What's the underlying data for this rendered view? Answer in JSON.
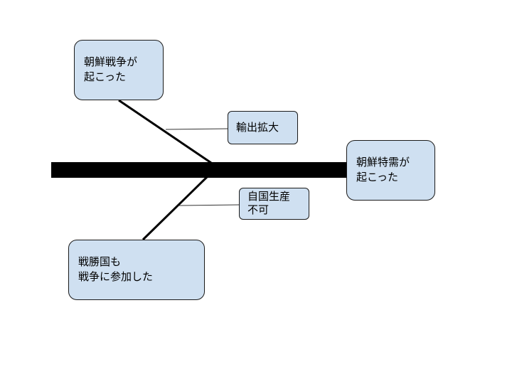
{
  "diagram": {
    "effect": "朝鮮特需が\n起こった",
    "causes": {
      "top": {
        "main": "朝鮮戦争が\n起こった",
        "sub": "輸出拡大"
      },
      "bottom": {
        "main": "戦勝国も\n戦争に参加した",
        "sub": "自国生産\n不可"
      }
    }
  },
  "colors": {
    "box_fill": "#cfe0f1",
    "box_border": "#1a1a1a",
    "spine": "#000000"
  }
}
